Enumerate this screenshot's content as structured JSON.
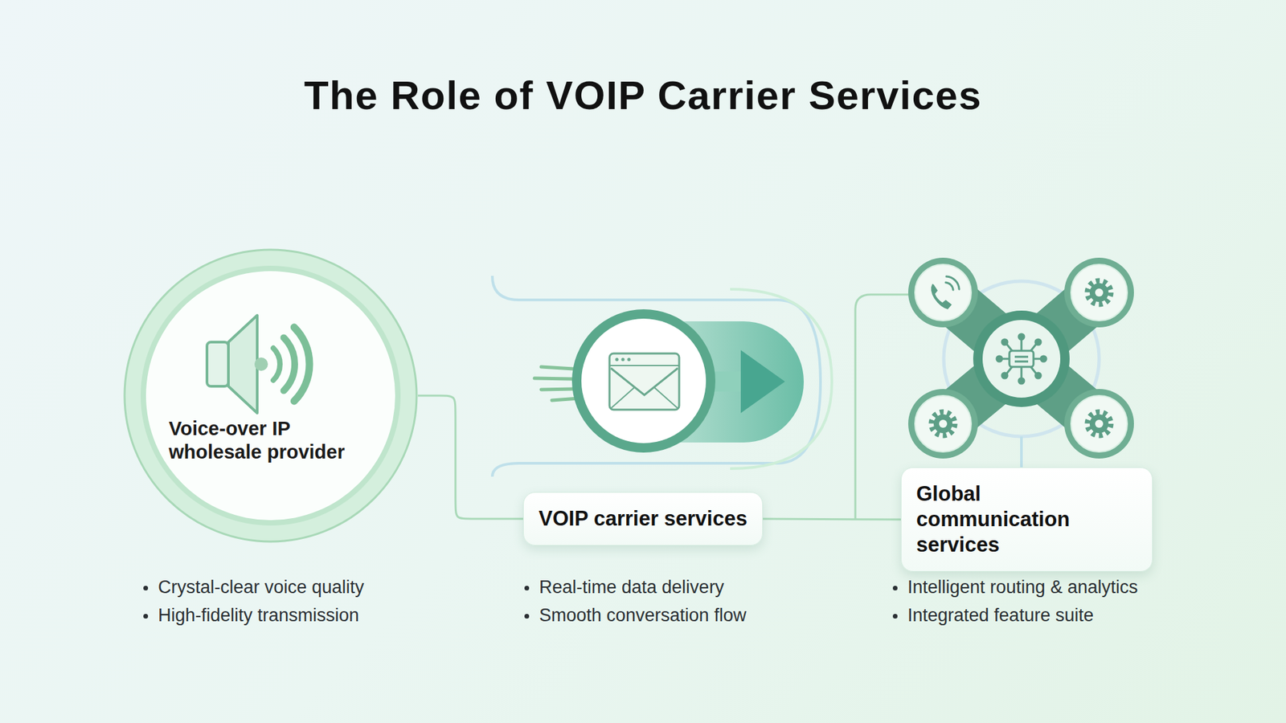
{
  "diagram": {
    "title": "The Role of VOIP Carrier Services",
    "nodes": [
      {
        "text": [
          "Voice-over IP wholesale provider"
        ]
      },
      {
        "text": [
          "VOIP carrier services"
        ]
      },
      {
        "text": [
          "Global communication services"
        ]
      }
    ],
    "edges": [
      {
        "from": 0,
        "to": 1,
        "arrow": "none"
      },
      {
        "from": 1,
        "to": 2,
        "arrow": "none"
      }
    ],
    "labels": [
      "Crystal-clear voice quality",
      "High-fidelity transmission",
      "Real-time data delivery",
      "Smooth conversation flow",
      "Intelligent routing & analytics",
      "Integrated feature suite"
    ]
  }
}
